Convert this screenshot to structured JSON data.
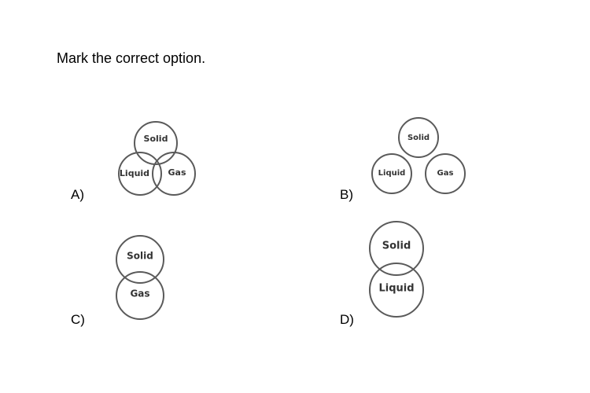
{
  "question": "Mark the correct option.",
  "options": {
    "a": {
      "label": "A)",
      "circles": [
        "Solid",
        "Liquid",
        "Gas"
      ]
    },
    "b": {
      "label": "B)",
      "circles": [
        "Solid",
        "Liquid",
        "Gas"
      ]
    },
    "c": {
      "label": "C)",
      "circles": [
        "Solid",
        "Gas"
      ]
    },
    "d": {
      "label": "D)",
      "circles": [
        "Solid",
        "Liquid"
      ]
    }
  }
}
